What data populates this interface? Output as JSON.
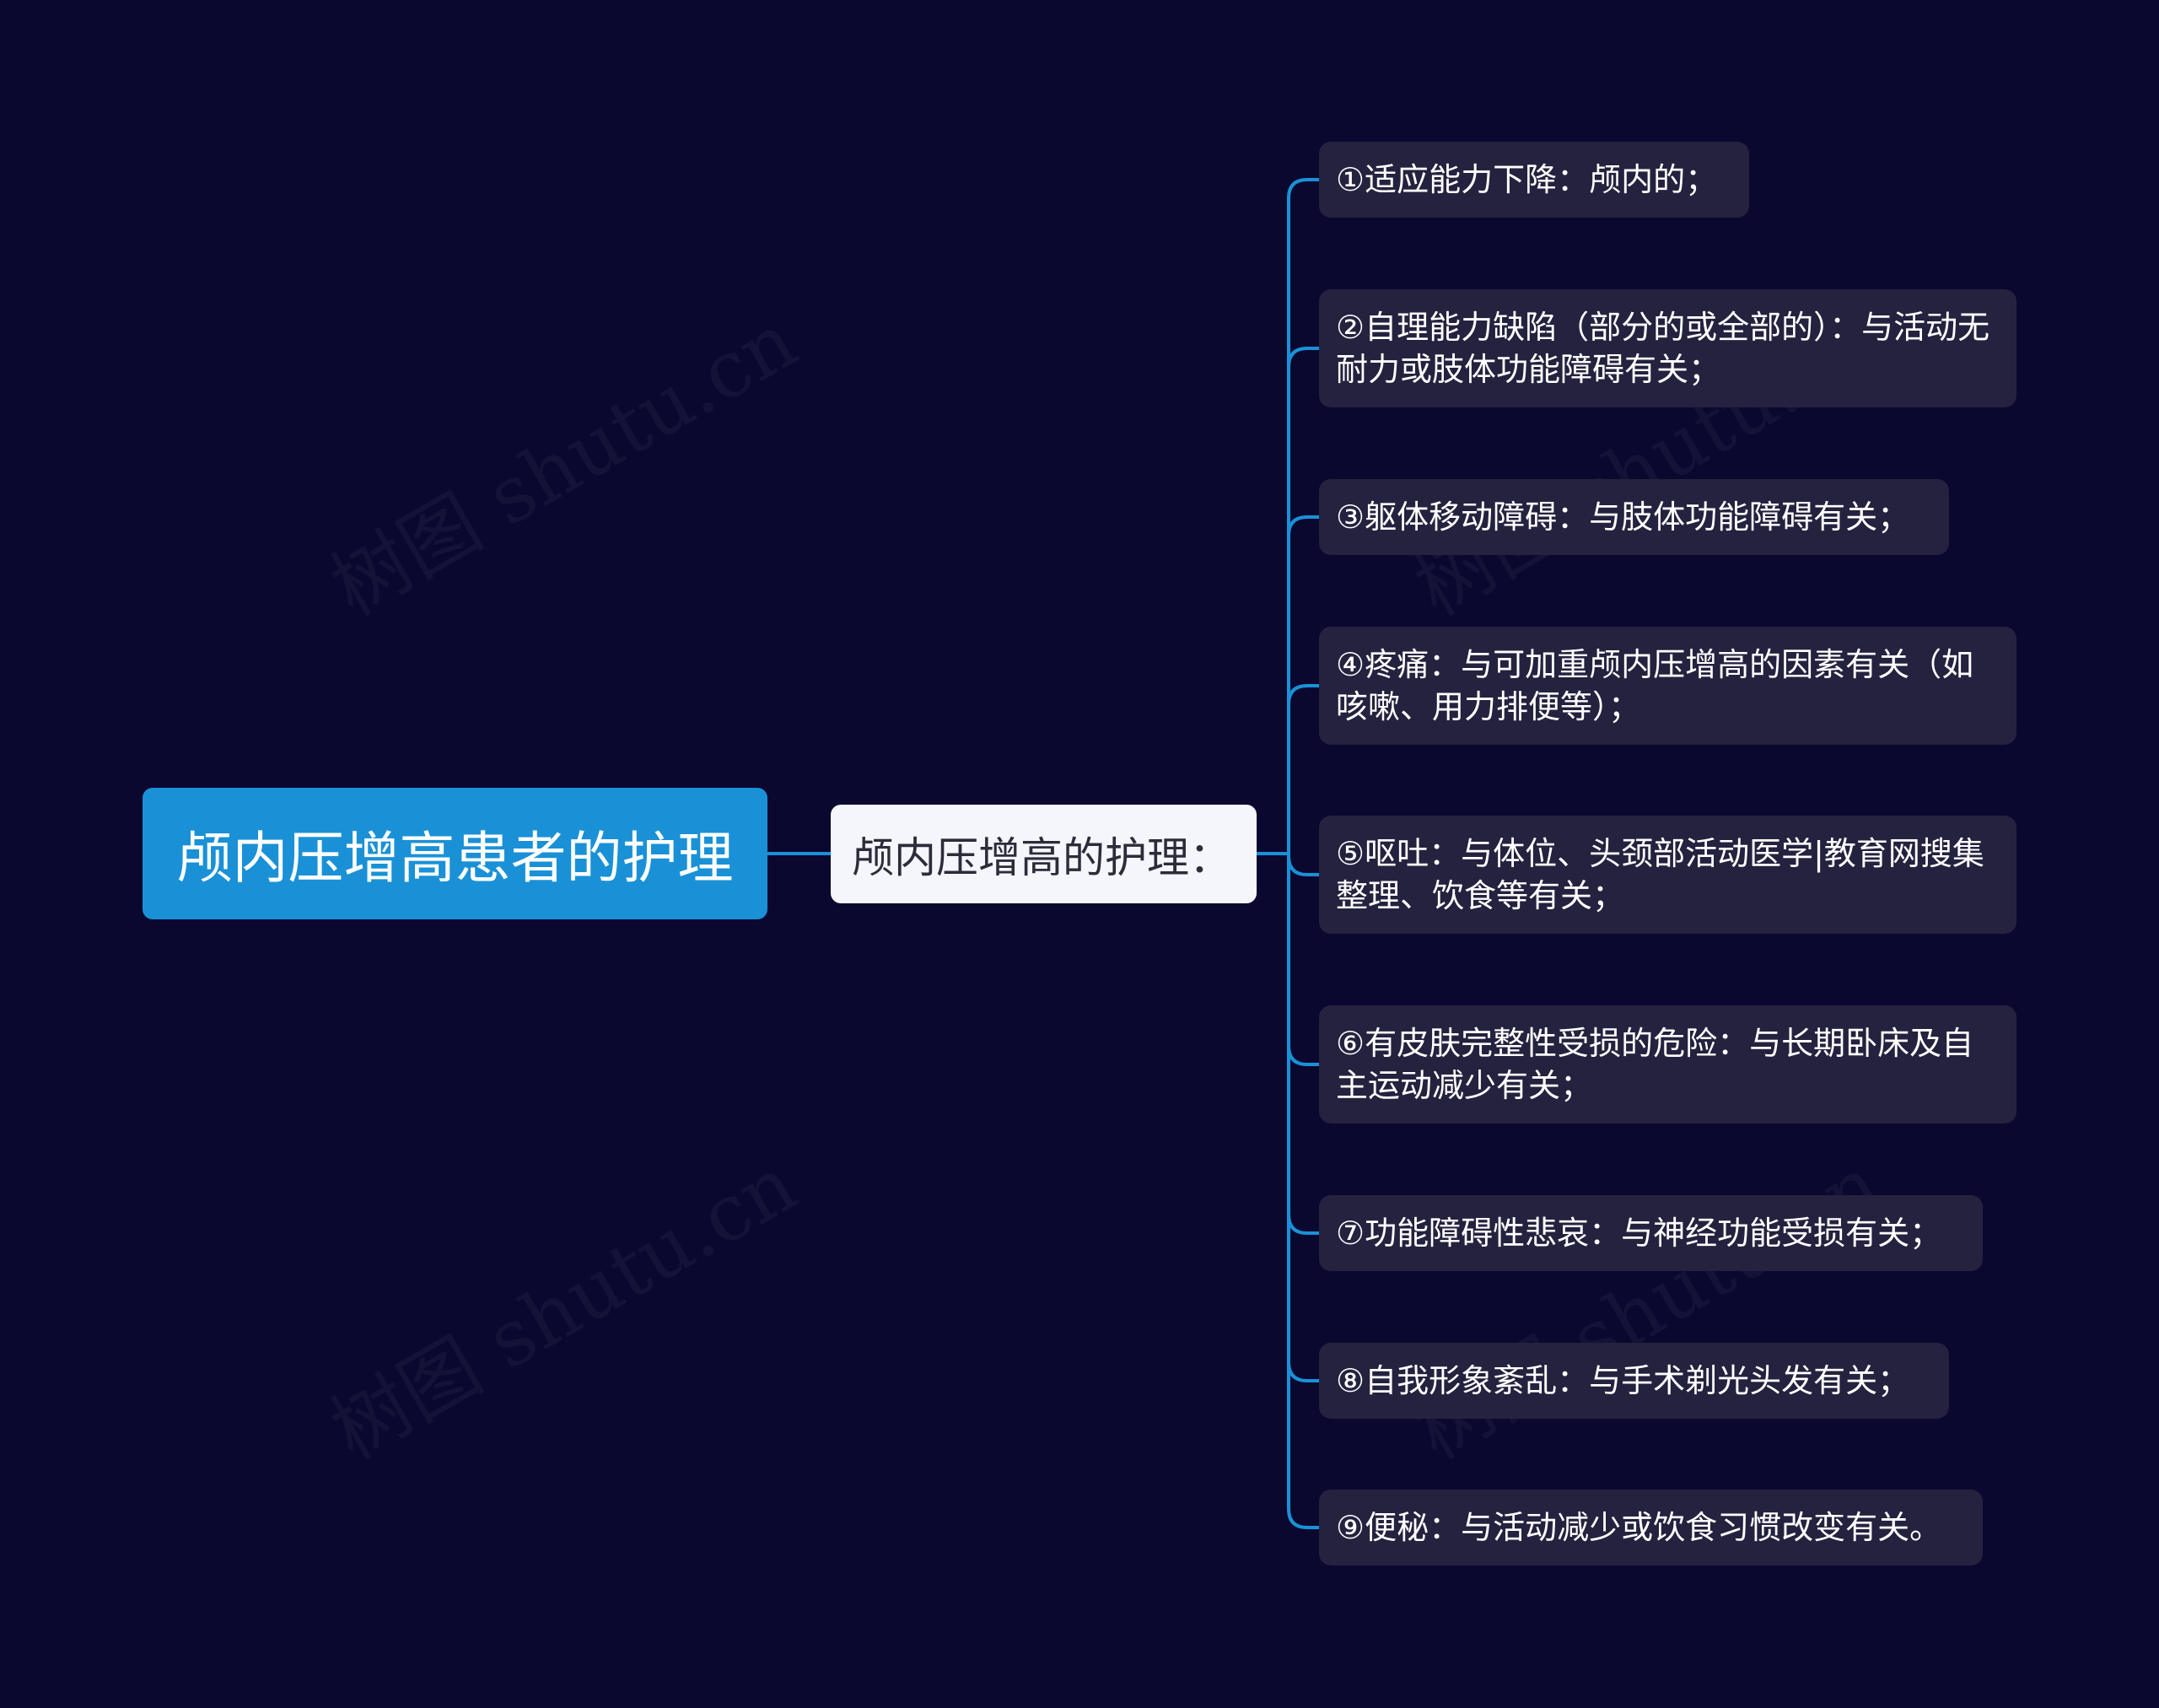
{
  "colors": {
    "background": "#0b0830",
    "root_fill": "#1a91d6",
    "mid_fill": "#f4f6fc",
    "leaf_fill": "#25223f",
    "connector": "#1a91d6"
  },
  "root": {
    "label": "颅内压增高患者的护理"
  },
  "branch": {
    "label": "颅内压增高的护理："
  },
  "items": [
    {
      "label": "①适应能力下降：颅内的；"
    },
    {
      "label": "②自理能力缺陷（部分的或全部的）：与活动无耐力或肢体功能障碍有关；"
    },
    {
      "label": "③躯体移动障碍：与肢体功能障碍有关；"
    },
    {
      "label": "④疼痛：与可加重颅内压增高的因素有关（如咳嗽、用力排便等）；"
    },
    {
      "label": "⑤呕吐：与体位、头颈部活动医学|教育网搜集整理、饮食等有关；"
    },
    {
      "label": "⑥有皮肤完整性受损的危险：与长期卧床及自主运动减少有关；"
    },
    {
      "label": "⑦功能障碍性悲哀：与神经功能受损有关；"
    },
    {
      "label": "⑧自我形象紊乱：与手术剃光头发有关；"
    },
    {
      "label": "⑨便秘：与活动减少或饮食习惯改变有关。"
    }
  ],
  "watermark": {
    "text": "树图 shutu.cn"
  }
}
